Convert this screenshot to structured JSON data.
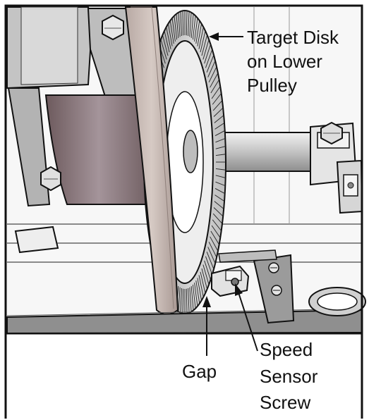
{
  "figure": {
    "labels": {
      "target_disk": [
        "Target Disk",
        "on Lower",
        "Pulley"
      ],
      "gap": "Gap",
      "speed_sensor": [
        "Speed",
        "Sensor",
        "Screw"
      ]
    }
  },
  "colors": {
    "outline": "#111111",
    "frame_gray": "#b9b9b9",
    "belt_mauve": "#8c7a7c",
    "metal_light": "#e6e6e6",
    "metal_mid": "#c9c9c9",
    "metal_dark": "#7a7a7a",
    "rail_dark": "#8f8f8f"
  }
}
